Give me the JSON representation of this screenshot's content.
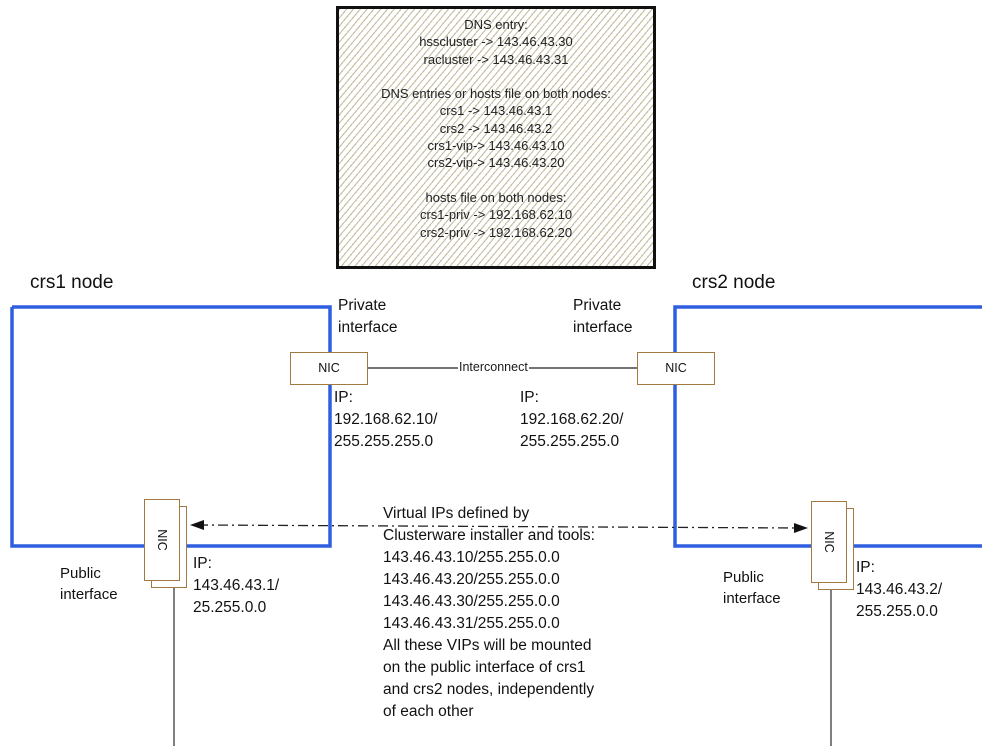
{
  "dns_box": {
    "lines": [
      "DNS entry:",
      "hsscluster -> 143.46.43.30",
      "racluster -> 143.46.43.31",
      "",
      "DNS entries or hosts file on both nodes:",
      "crs1 -> 143.46.43.1",
      "crs2 -> 143.46.43.2",
      "crs1-vip-> 143.46.43.10",
      "crs2-vip-> 143.46.43.20",
      "",
      "hosts file on both nodes:",
      "crs1-priv -> 192.168.62.10",
      "crs2-priv -> 192.168.62.20"
    ]
  },
  "node1": {
    "title": "crs1 node",
    "private_label": [
      "Private",
      "interface"
    ],
    "private_nic": "NIC",
    "private_ip": [
      "IP:",
      "192.168.62.10/",
      "255.255.255.0"
    ],
    "public_nic": "NIC",
    "public_label": [
      "Public",
      "interface"
    ],
    "public_ip": [
      "IP:",
      "143.46.43.1/",
      "25.255.0.0"
    ]
  },
  "node2": {
    "title": "crs2 node",
    "private_label": [
      "Private",
      "interface"
    ],
    "private_nic": "NIC",
    "private_ip": [
      "IP:",
      "192.168.62.20/",
      "255.255.255.0"
    ],
    "public_nic": "NIC",
    "public_label": [
      "Public",
      "interface"
    ],
    "public_ip": [
      "IP:",
      "143.46.43.2/",
      "255.255.0.0"
    ]
  },
  "interconnect_label": "Interconnect",
  "vip_notes": [
    "Virtual IPs defined by",
    "Clusterware installer and tools:",
    "143.46.43.10/255.255.0.0",
    "143.46.43.20/255.255.0.0",
    "143.46.43.30/255.255.0.0",
    "143.46.43.31/255.255.0.0",
    "All these VIPs will be mounted",
    "on the  public interface of crs1",
    "and crs2 nodes, independently",
    "of each other"
  ],
  "colors": {
    "node_border": "#2f5fe0",
    "nic_border": "#a07a40",
    "dns_hatch": "#c9c1a6"
  }
}
